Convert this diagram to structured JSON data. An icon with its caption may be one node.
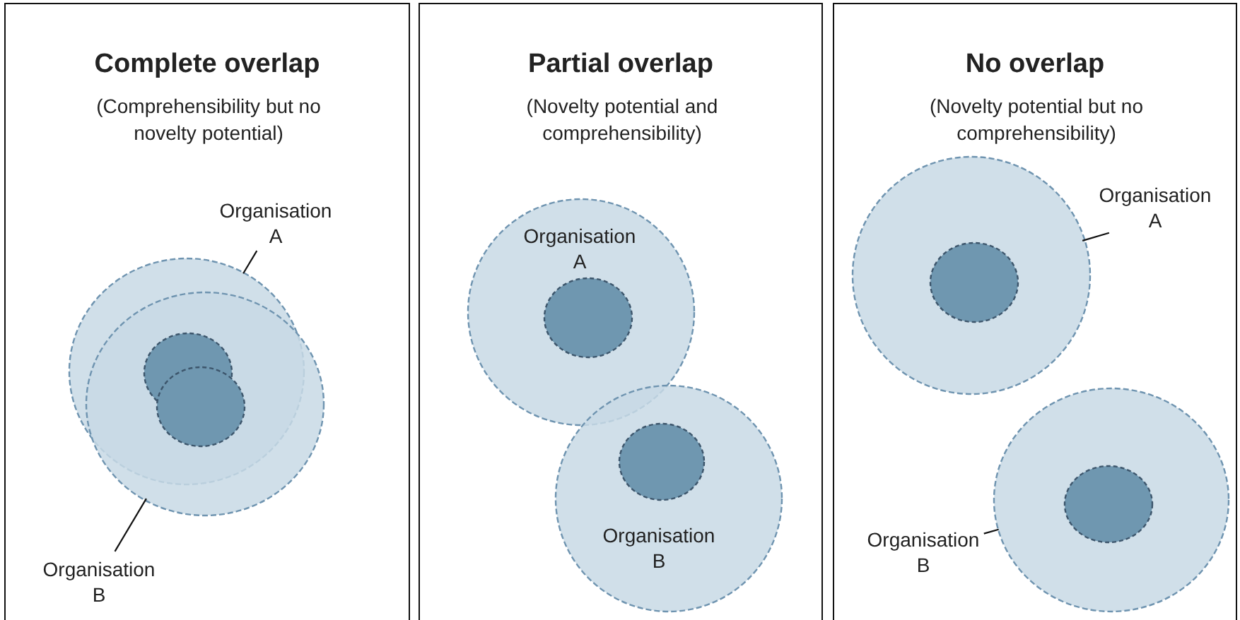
{
  "diagram": {
    "nodes": [
      {
        "text": [
          "Complete overlap",
          "(Comprehensibility but no novelty potential)"
        ]
      },
      {
        "text": [],
        "shape": "circle",
        "in": 0
      },
      {
        "text": [],
        "shape": "circle",
        "in": 0
      },
      {
        "text": [],
        "shape": "circle"
      },
      {
        "text": [],
        "shape": "circle"
      },
      {
        "text": [
          "Organisation A"
        ],
        "in": 0
      },
      {
        "text": [
          "Organisation B"
        ],
        "in": 0
      },
      {
        "text": [
          "Partial overlap",
          "(Novelty potential and comprehensibility)"
        ]
      },
      {
        "text": [
          "Organisation A"
        ],
        "in": 7
      },
      {
        "text": [],
        "shape": "circle",
        "in": 8
      },
      {
        "text": [
          "Organisation B"
        ],
        "in": 7
      },
      {
        "text": [],
        "shape": "circle",
        "in": 10
      },
      {
        "text": [
          "No overlap",
          "(Novelty potential but no comprehensibility)"
        ]
      },
      {
        "text": [],
        "shape": "circle",
        "in": 12
      },
      {
        "text": [],
        "shape": "circle",
        "in": 13
      },
      {
        "text": [],
        "shape": "circle",
        "in": 12
      },
      {
        "text": [],
        "shape": "circle",
        "in": 15
      },
      {
        "text": [
          "Organisation A"
        ],
        "in": 12
      },
      {
        "text": [
          "Organisation B"
        ],
        "in": 12
      }
    ],
    "edges": [
      {
        "from": 5,
        "to": 1,
        "arrow": "none"
      },
      {
        "from": 6,
        "to": 2,
        "arrow": "none"
      },
      {
        "from": 17,
        "to": 13,
        "arrow": "none"
      },
      {
        "from": 18,
        "to": 15,
        "arrow": "none"
      }
    ]
  }
}
